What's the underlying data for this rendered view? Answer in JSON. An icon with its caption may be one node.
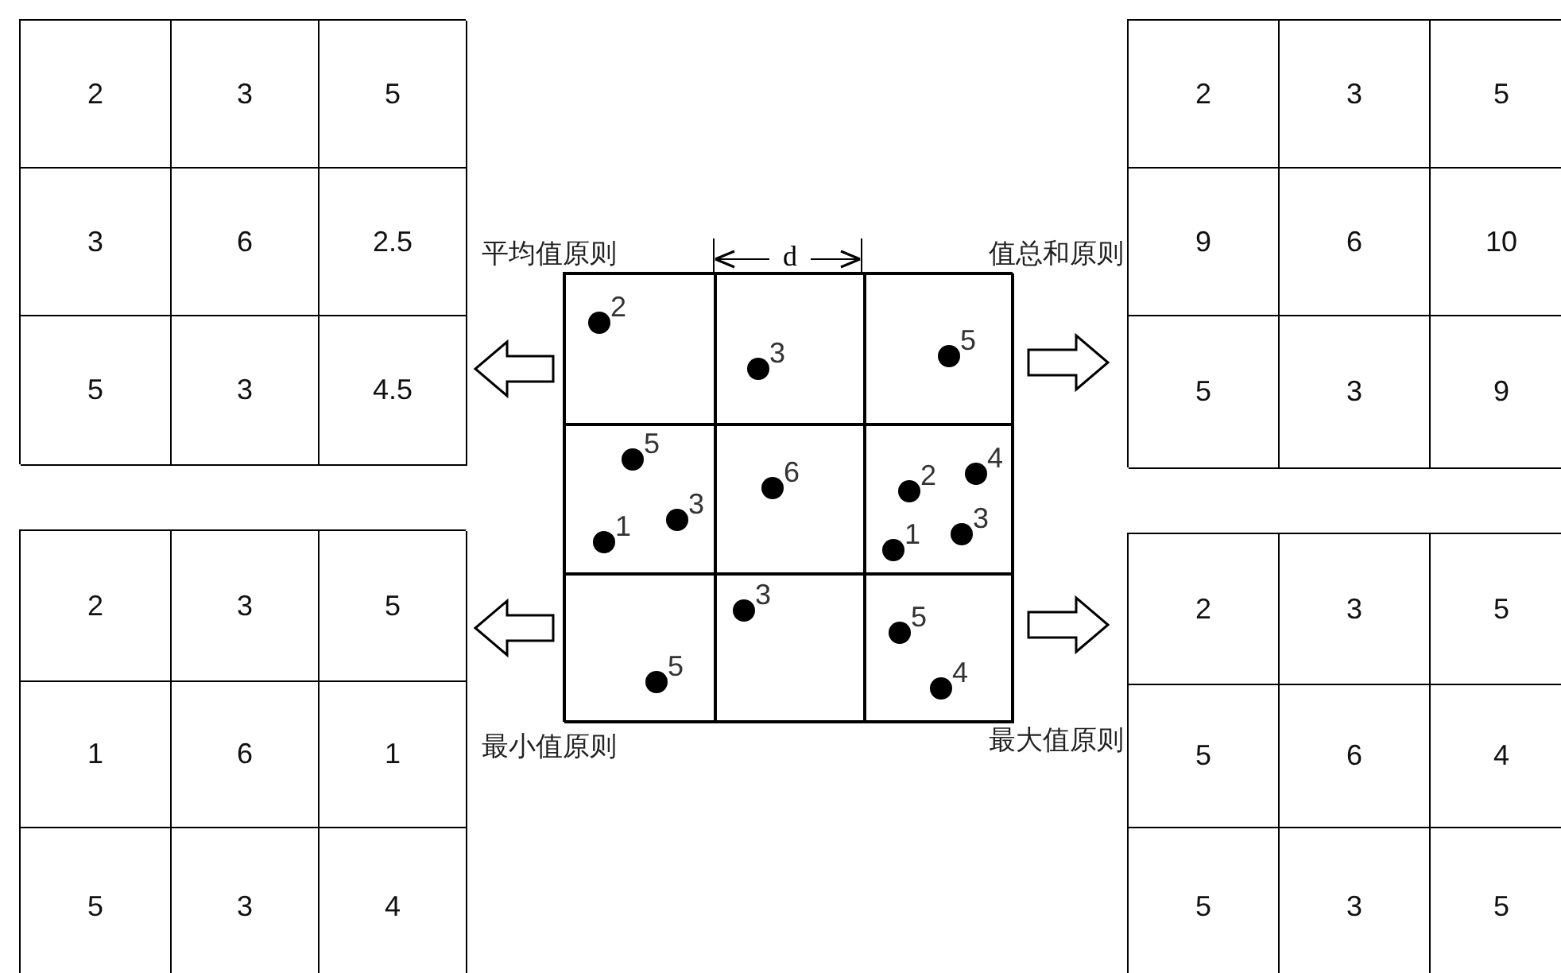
{
  "diagram": {
    "nodes": [
      {
        "text": [],
        "shape": "box"
      },
      {
        "text": [
          "2"
        ],
        "in": 0
      },
      {
        "text": [
          "3"
        ],
        "in": 0
      },
      {
        "text": [
          "5"
        ],
        "in": 0
      },
      {
        "text": [
          "3"
        ],
        "in": 0
      },
      {
        "text": [
          "6"
        ],
        "in": 0
      },
      {
        "text": [
          "2.5"
        ],
        "in": 0
      },
      {
        "text": [
          "5"
        ],
        "in": 0
      },
      {
        "text": [
          "3"
        ],
        "in": 0
      },
      {
        "text": [
          "4.5"
        ],
        "in": 0
      },
      {
        "text": [],
        "shape": "box"
      },
      {
        "text": [
          "2"
        ],
        "in": 10
      },
      {
        "text": [
          "3"
        ],
        "in": 10
      },
      {
        "text": [
          "5"
        ],
        "in": 10
      },
      {
        "text": [
          "9"
        ],
        "in": 10
      },
      {
        "text": [
          "6"
        ],
        "in": 10
      },
      {
        "text": [
          "10"
        ],
        "in": 10
      },
      {
        "text": [
          "5"
        ],
        "in": 10
      },
      {
        "text": [
          "3"
        ],
        "in": 10
      },
      {
        "text": [
          "9"
        ],
        "in": 10
      },
      {
        "text": [],
        "shape": "box"
      },
      {
        "text": [
          "2"
        ],
        "in": 20
      },
      {
        "text": [
          "3"
        ],
        "in": 20
      },
      {
        "text": [
          "5"
        ],
        "in": 20
      },
      {
        "text": [
          "5",
          "3",
          "1"
        ],
        "in": 20
      },
      {
        "text": [
          "6"
        ],
        "in": 20
      },
      {
        "text": [
          "4",
          "2",
          "3",
          "1"
        ],
        "in": 20
      },
      {
        "text": [
          "5"
        ],
        "in": 20
      },
      {
        "text": [
          "3"
        ],
        "in": 20
      },
      {
        "text": [
          "5",
          "4"
        ],
        "in": 20
      },
      {
        "text": [],
        "shape": "box"
      },
      {
        "text": [
          "2"
        ],
        "in": 30
      },
      {
        "text": [
          "3"
        ],
        "in": 30
      },
      {
        "text": [
          "5"
        ],
        "in": 30
      },
      {
        "text": [
          "1"
        ],
        "in": 30
      },
      {
        "text": [
          "6"
        ],
        "in": 30
      },
      {
        "text": [
          "1"
        ],
        "in": 30
      },
      {
        "text": [
          "5"
        ],
        "in": 30
      },
      {
        "text": [
          "3"
        ],
        "in": 30
      },
      {
        "text": [
          "4"
        ],
        "in": 30
      },
      {
        "text": [],
        "shape": "box"
      },
      {
        "text": [
          "2"
        ],
        "in": 40
      },
      {
        "text": [
          "3"
        ],
        "in": 40
      },
      {
        "text": [
          "5"
        ],
        "in": 40
      },
      {
        "text": [
          "5"
        ],
        "in": 40
      },
      {
        "text": [
          "6"
        ],
        "in": 40
      },
      {
        "text": [
          "4"
        ],
        "in": 40
      },
      {
        "text": [
          "5"
        ],
        "in": 40
      },
      {
        "text": [
          "3"
        ],
        "in": 40
      },
      {
        "text": [
          "5"
        ],
        "in": 40
      }
    ],
    "edges": [
      {
        "from": 20,
        "to": 0,
        "arrow": "to",
        "label": "平均值原则"
      },
      {
        "from": 20,
        "to": 10,
        "arrow": "to",
        "label": "值总和原则"
      },
      {
        "from": 20,
        "to": 30,
        "arrow": "to",
        "label": "最小值原则"
      },
      {
        "from": 20,
        "to": 40,
        "arrow": "to",
        "label": "最大值原则"
      }
    ],
    "labels": [
      "d"
    ]
  }
}
